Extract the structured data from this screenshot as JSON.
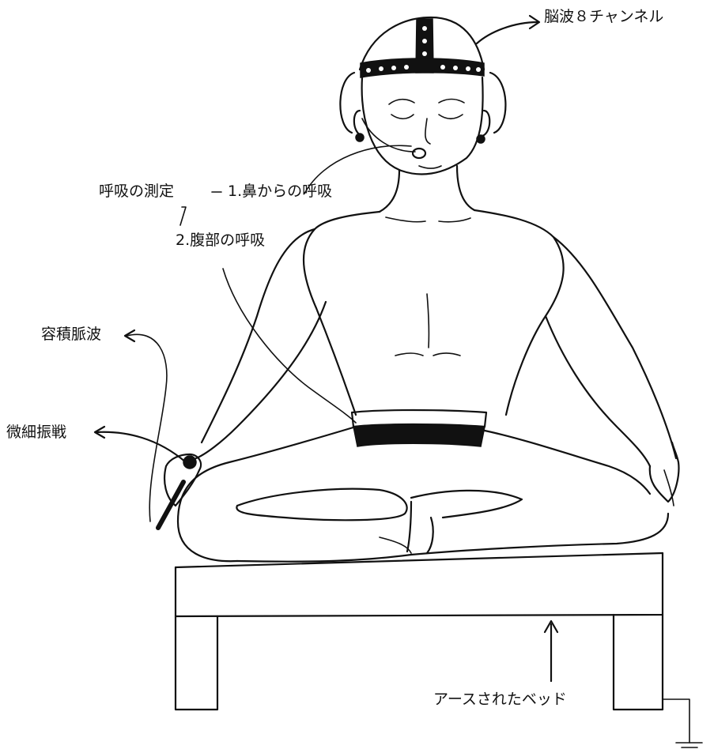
{
  "labels": {
    "eeg": "脳波８チャンネル",
    "respiration_title": "呼吸の測定",
    "respiration_nose": "1.鼻からの呼吸",
    "respiration_abdomen": "2.腹部の呼吸",
    "plethysmogram": "容積脈波",
    "tremor": "微細振戦",
    "grounded_bed": "アースされたベッド"
  }
}
